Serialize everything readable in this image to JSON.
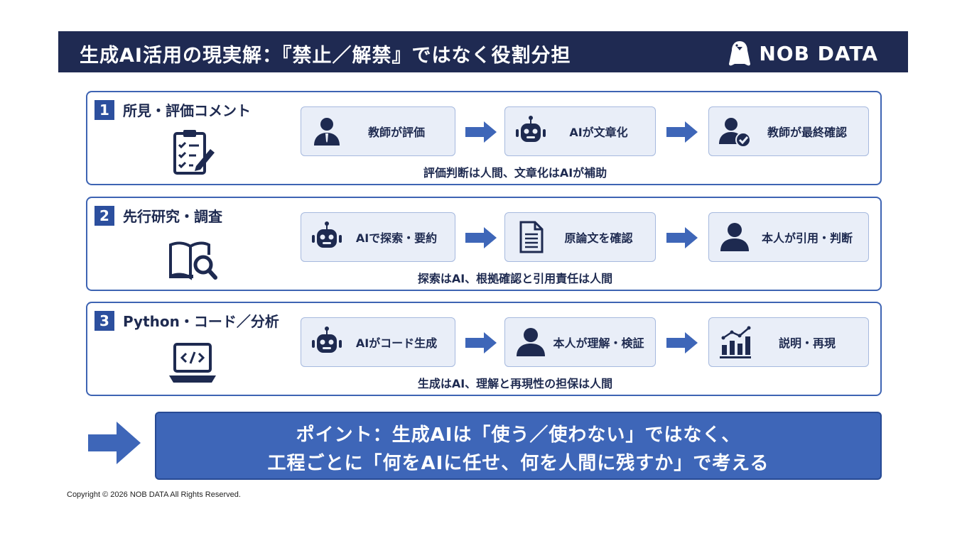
{
  "header": {
    "title": "生成AI活用の現実解：『禁止／解禁』ではなく役割分担",
    "brand": "NOB DATA",
    "brand_icon": "penguin-icon"
  },
  "sections": [
    {
      "number": "1",
      "title": "所見・評価コメント",
      "icon": "clipboard-checklist-icon",
      "steps": [
        {
          "label": "教師が評価",
          "icon": "teacher-icon"
        },
        {
          "label": "AIが文章化",
          "icon": "robot-icon"
        },
        {
          "label": "教師が最終確認",
          "icon": "person-check-icon"
        }
      ],
      "caption": "評価判断は人間、文章化はAIが補助"
    },
    {
      "number": "2",
      "title": "先行研究・調査",
      "icon": "book-search-icon",
      "steps": [
        {
          "label": "AIで探索・要約",
          "icon": "robot-icon"
        },
        {
          "label": "原論文を確認",
          "icon": "document-icon"
        },
        {
          "label": "本人が引用・判断",
          "icon": "person-icon"
        }
      ],
      "caption": "探索はAI、根拠確認と引用責任は人間"
    },
    {
      "number": "3",
      "title": "Python・コード／分析",
      "icon": "laptop-code-icon",
      "steps": [
        {
          "label": "AIがコード生成",
          "icon": "robot-icon"
        },
        {
          "label": "本人が理解・検証",
          "icon": "person-icon"
        },
        {
          "label": "説明・再現",
          "icon": "chart-icon"
        }
      ],
      "caption": "生成はAI、理解と再現性の担保は人間"
    }
  ],
  "point": {
    "line1": "ポイント：生成AIは「使う／使わない」ではなく、",
    "line2": "工程ごとに「何をAIに任せ、何を人間に残すか」で考える"
  },
  "copyright": "Copyright © 2026 NOB DATA All Rights Reserved.",
  "colors": {
    "header_bg": "#1f2a52",
    "accent": "#3e66b8",
    "box_bg": "#e9eef8",
    "icon": "#1e2a50"
  }
}
